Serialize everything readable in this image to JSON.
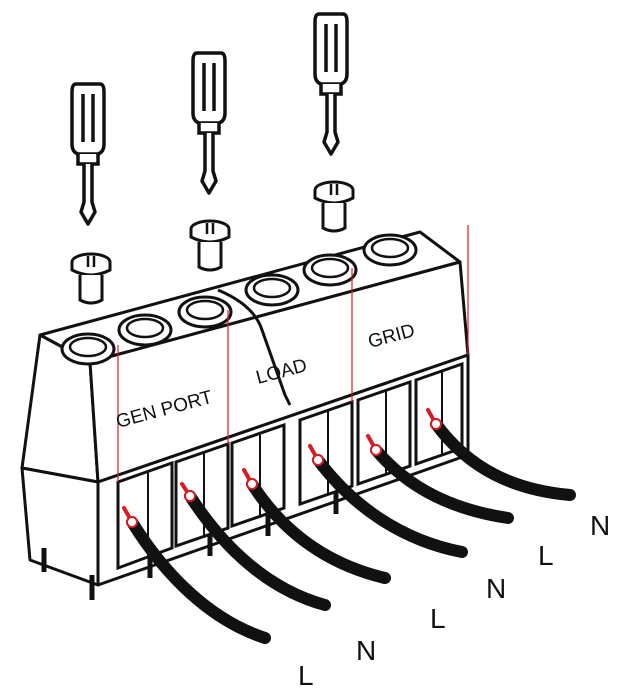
{
  "blocks": [
    {
      "label": "GEN PORT"
    },
    {
      "label": "LOAD"
    },
    {
      "label": "GRID"
    }
  ],
  "wire_labels": [
    "L",
    "N",
    "L",
    "N",
    "L",
    "N"
  ],
  "colors": {
    "outline": "#111111",
    "wire": "#111111",
    "conductor": "#d81c24",
    "guide_line": "#d81c24",
    "background": "#ffffff"
  },
  "icons": [
    "screwdriver-icon",
    "terminal-screw-icon"
  ]
}
